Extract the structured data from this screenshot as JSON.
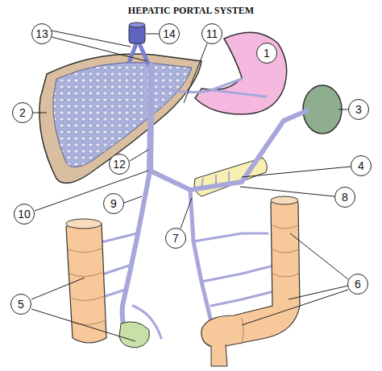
{
  "diagram": {
    "title": "HEPATIC PORTAL SYSTEM",
    "labels": [
      "13",
      "14",
      "11",
      "1",
      "2",
      "3",
      "4",
      "12",
      "10",
      "9",
      "8",
      "7",
      "5",
      "6"
    ]
  }
}
